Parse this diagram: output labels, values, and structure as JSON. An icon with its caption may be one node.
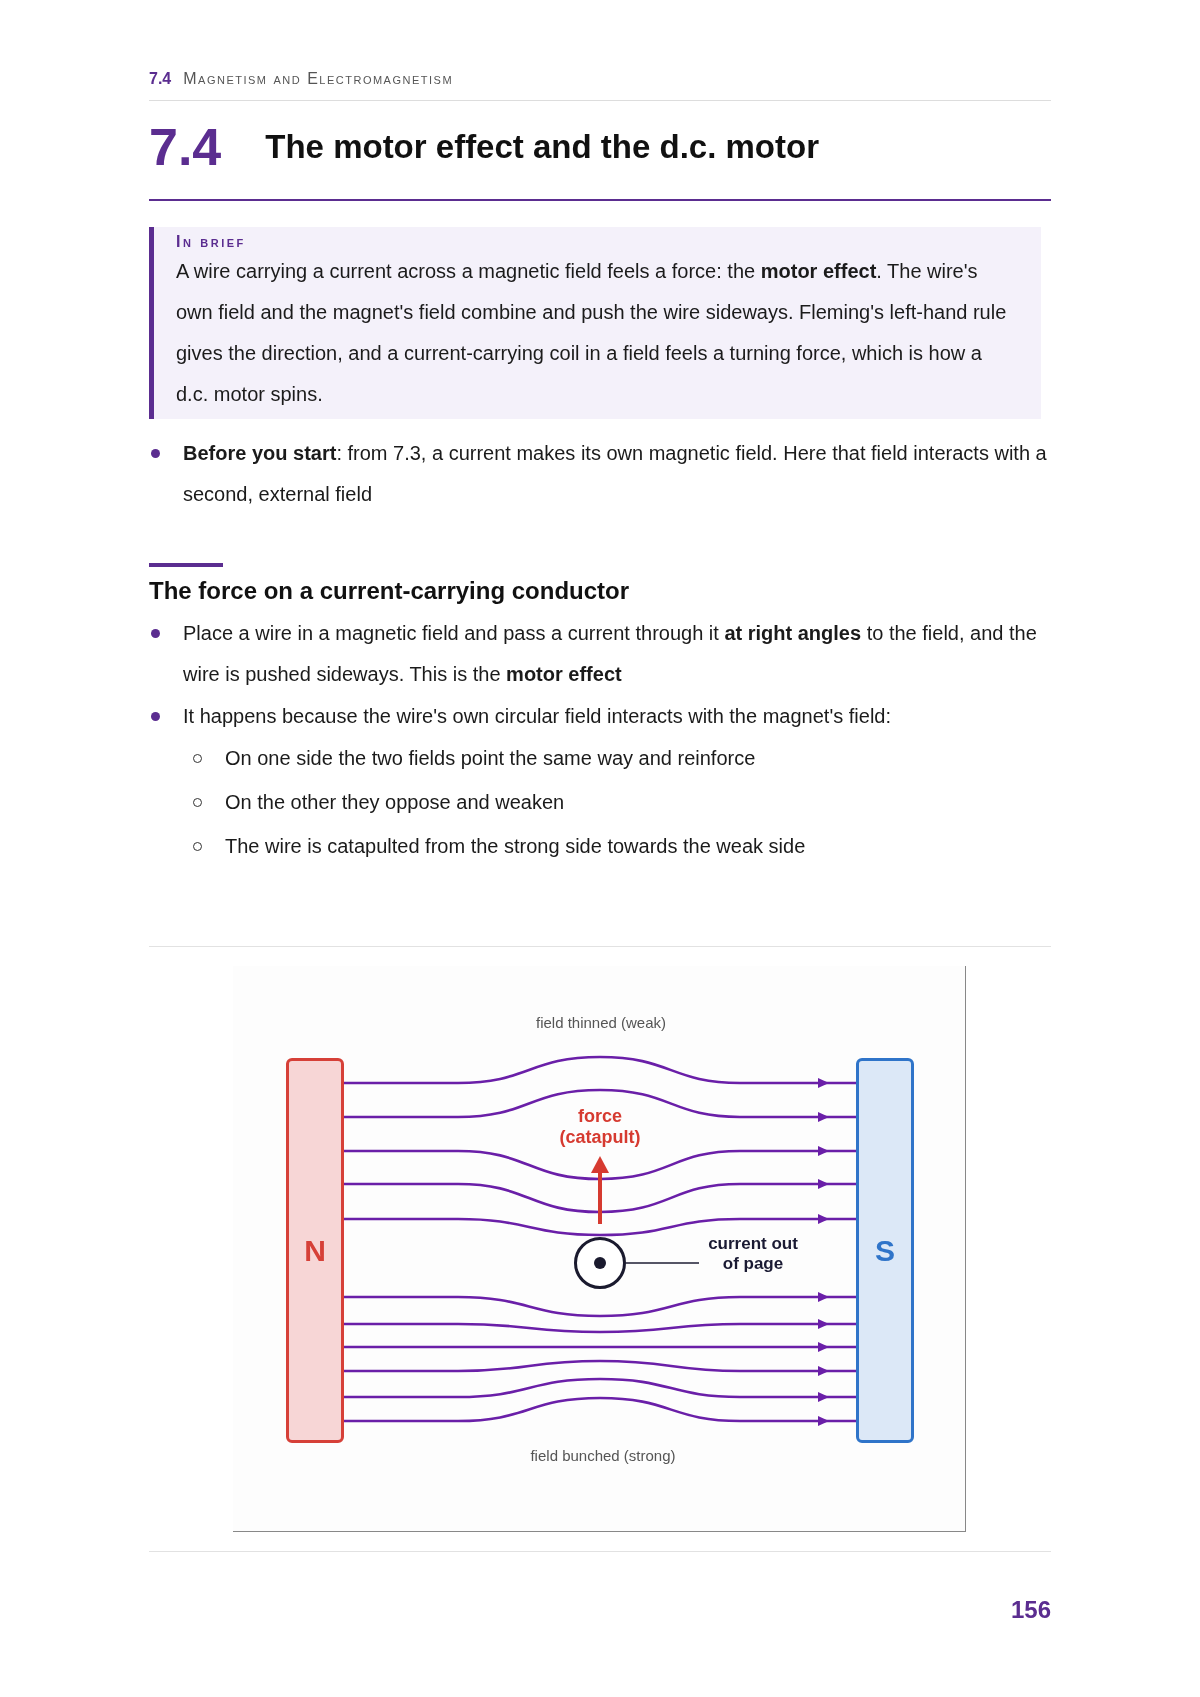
{
  "diagram": {
    "title": "The motor effect and the d.c. motor",
    "nodes": [
      {
        "text": [
          "N"
        ]
      },
      {
        "text": [],
        "shape": "circle"
      },
      {
        "text": [
          "current out of page"
        ]
      },
      {
        "text": [
          "S"
        ]
      }
    ],
    "edges": [
      {
        "from": 0,
        "to": 3,
        "arrow": "to"
      },
      {
        "from": 0,
        "to": 3,
        "arrow": "to"
      },
      {
        "from": 0,
        "to": 3,
        "arrow": "to"
      },
      {
        "from": 0,
        "to": 3,
        "arrow": "to"
      },
      {
        "from": 0,
        "to": 3,
        "arrow": "to"
      },
      {
        "from": 0,
        "to": 3,
        "arrow": "to"
      },
      {
        "from": 0,
        "to": 3,
        "arrow": "to"
      },
      {
        "from": 0,
        "to": 3,
        "arrow": "to"
      },
      {
        "from": 0,
        "to": 3,
        "arrow": "to"
      },
      {
        "from": 0,
        "to": 3,
        "arrow": "to"
      },
      {
        "from": 0,
        "to": 3,
        "arrow": "to"
      },
      {
        "from": 2,
        "to": 1,
        "arrow": "none",
        "color": "#555566"
      }
    ],
    "labels": [
      "7.4",
      "Magnetism and Electromagnetism",
      "7.4",
      "In brief",
      "A wire carrying a current across a magnetic field feels a force: the **motor effect**. The wire's own field and the magnet's field combine and push the wire sideways. Fleming's left-hand rule gives the direction, and a current-carrying coil in a field feels a turning force, which is how a d.c. motor spins.",
      "**Before you start**: from 7.3, a current makes its own magnetic field. Here that field interacts with a second, external field",
      "The force on a current-carrying conductor",
      "Place a wire in a magnetic field and pass a current through it **at right angles** to the field, and the wire is pushed sideways. This is the **motor effect**",
      "It happens because the wire's own circular field interacts with the magnet's field:",
      "On one side the two fields point the same way and reinforce",
      "On the other they oppose and weaken",
      "The wire is catapulted from the strong side towards the weak side",
      "field thinned (weak)",
      "force (catapult)",
      "field bunched (strong)",
      "156"
    ]
  }
}
